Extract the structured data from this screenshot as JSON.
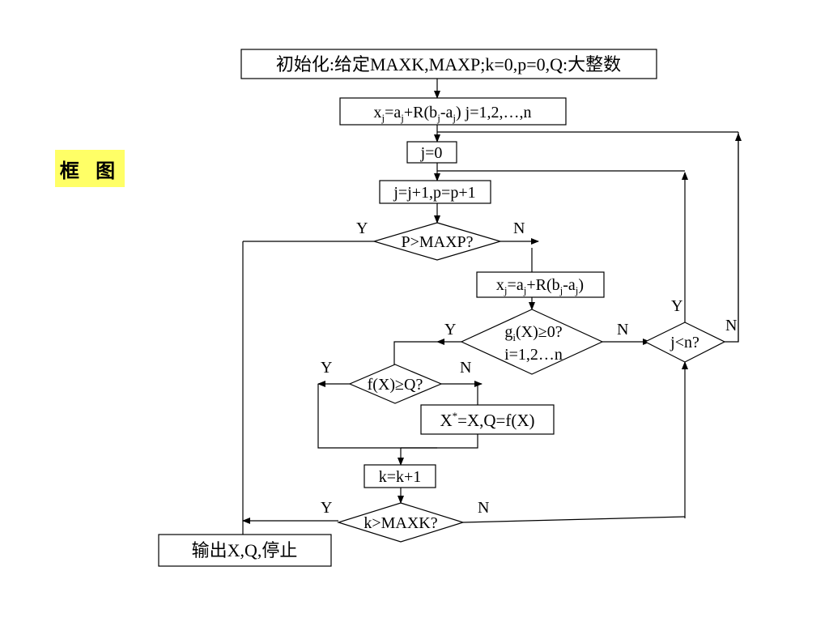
{
  "side_label": "框 图",
  "nodes": {
    "init": {
      "pre": "初始化:给定MAXK,MAXP;k=0,p=0,Q:大整数"
    },
    "sample1": {
      "pre": "x",
      "sub1": "j",
      "mid1": "=a",
      "sub2": "j",
      "mid2": "+R(b",
      "sub3": "j",
      "mid3": "-a",
      "sub4": "j",
      "post": ")  j=1,2,…,n"
    },
    "j0": {
      "pre": "j=0"
    },
    "inc": {
      "pre": "j=j+1,p=p+1"
    },
    "pmax": {
      "pre": "P>MAXP?"
    },
    "sample2": {
      "pre": "x",
      "sub1": "j",
      "mid1": "=a",
      "sub2": "j",
      "mid2": "+R(b",
      "sub3": "j",
      "mid3": "-a",
      "sub4": "j",
      "post": ")"
    },
    "gi_line1": {
      "pre": "g",
      "sub1": "i",
      "post": "(X)≥0?"
    },
    "gi_line2": {
      "pre": "i=1,2…n"
    },
    "jn": {
      "pre": "j<n?"
    },
    "fq": {
      "pre": "f(X)≥Q?"
    },
    "update": {
      "pre": "X",
      "sup1": "*",
      "post": "=X,Q=f(X)"
    },
    "kinc": {
      "pre": "k=k+1"
    },
    "kmax": {
      "pre": "k>MAXK?"
    },
    "output": {
      "pre": "输出X,Q,停止"
    }
  },
  "labels": {
    "yes": "Y",
    "no": "N"
  }
}
